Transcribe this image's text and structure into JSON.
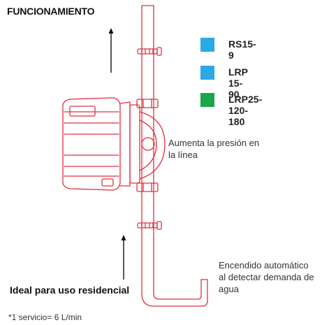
{
  "title": "FUNCIONAMIENTO",
  "legend": [
    {
      "label": "RS15-9",
      "color": "#29a9e6"
    },
    {
      "label": "LRP 15-90",
      "color": "#29a9e6"
    },
    {
      "label": "LRP25-120-180",
      "color": "#1aa64a"
    }
  ],
  "annotations": {
    "pressure": "Aumenta la presión en la línea",
    "auto_start": "Encendido automático al detectar demanda de agua",
    "residential": "Ideal para uso residencial"
  },
  "footnote": "*1 servicio= 6 L/min",
  "colors": {
    "pipe_outline": "#e0303c",
    "arrow": "#111111"
  }
}
